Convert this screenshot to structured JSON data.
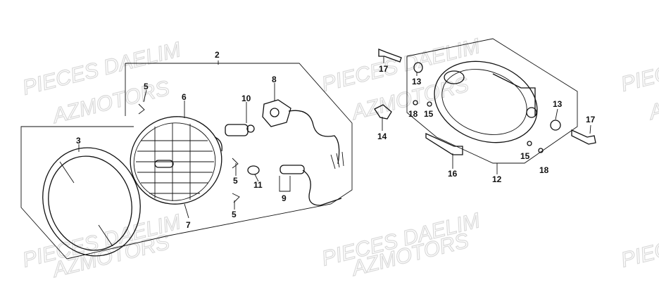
{
  "watermarks": {
    "line1": "PIECES DAELIM",
    "line2": "AZMOTORS"
  },
  "callouts": {
    "c2": "2",
    "c3": "3",
    "c5a": "5",
    "c6": "6",
    "c7": "7",
    "c8": "8",
    "c10": "10",
    "c5b": "5",
    "c11": "11",
    "c9": "9",
    "c5c": "5",
    "c17a": "17",
    "c13a": "13",
    "c18a": "18",
    "c15a": "15",
    "c14": "14",
    "c16": "16",
    "c12": "12",
    "c13b": "13",
    "c17b": "17",
    "c15b": "15",
    "c18b": "18"
  }
}
